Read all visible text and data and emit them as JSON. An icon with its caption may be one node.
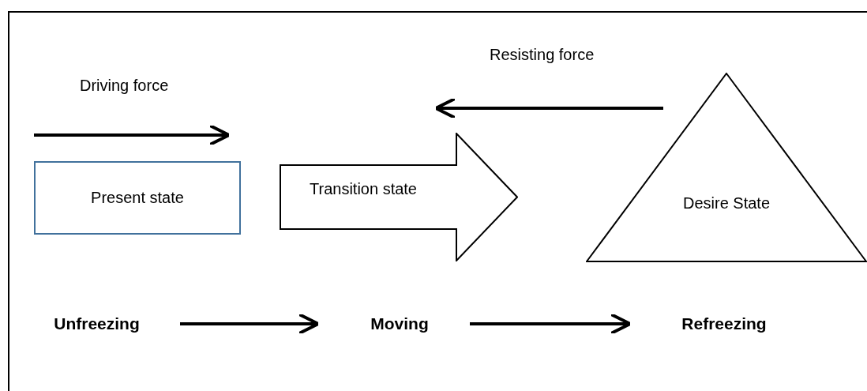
{
  "diagram": {
    "nodes": [
      {
        "text": [
          "Present state"
        ]
      },
      {
        "text": [
          "Transition state"
        ]
      },
      {
        "text": [
          "Desire State"
        ]
      },
      {
        "text": [
          "Unfreezing"
        ]
      },
      {
        "text": [
          "Moving"
        ]
      },
      {
        "text": [
          "Refreezing"
        ]
      }
    ],
    "edges": [
      {
        "from": 3,
        "to": 4,
        "arrow": "to"
      },
      {
        "from": 4,
        "to": 5,
        "arrow": "to"
      }
    ],
    "labels": [
      "Resisting force",
      "Driving force"
    ]
  }
}
